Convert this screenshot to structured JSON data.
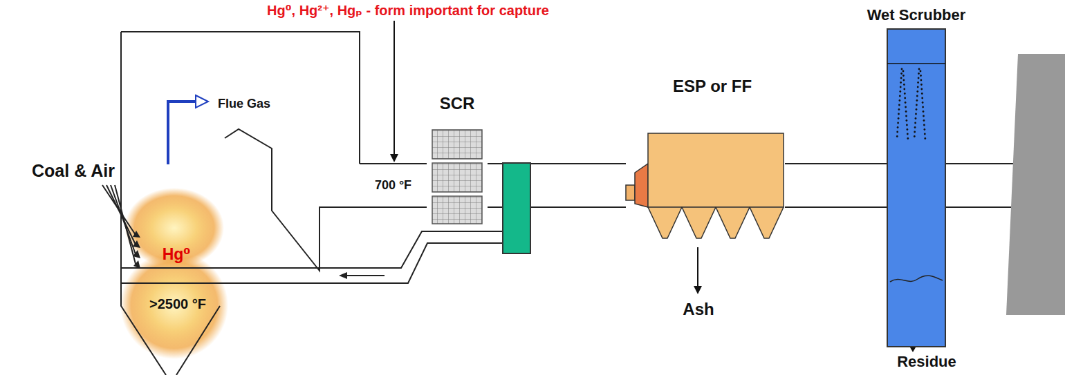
{
  "diagram": {
    "nodes": [
      {
        "text": [
          "Flue Gas",
          "Hg⁰",
          ">2500 °F"
        ]
      },
      {
        "text": [
          "SCR"
        ]
      },
      {
        "text": [
          "ESP or FF"
        ]
      },
      {
        "text": [
          "Wet Scrubber"
        ]
      }
    ],
    "edges": [
      {
        "from": 0,
        "to": 1,
        "arrow": "none",
        "label": "700 °F"
      },
      {
        "from": 1,
        "to": 2,
        "arrow": "none"
      },
      {
        "from": 2,
        "to": 3,
        "arrow": "none"
      }
    ],
    "labels": [
      "Hg⁰, Hg²⁺, Hgₚ - form important for capture",
      "Coal & Air",
      "Ash",
      "Residue"
    ]
  }
}
